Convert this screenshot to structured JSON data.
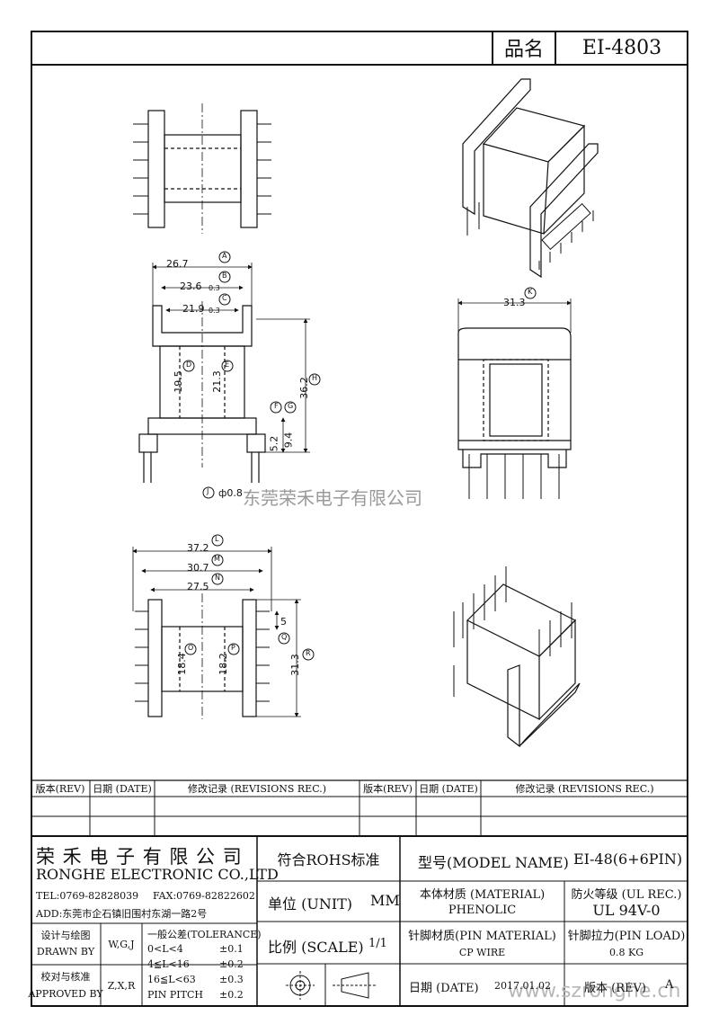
{
  "header": {
    "part_name_label": "品名",
    "part_name_value": "EI-4803"
  },
  "watermark": {
    "company": "东莞荣禾电子有限公司",
    "site": "www.szronghe.cn"
  },
  "dims": {
    "A": "26.7",
    "B": "23.6",
    "B_tol": "0.3",
    "C": "21.9",
    "C_tol": "0.3",
    "D": "19.5",
    "E": "21.3",
    "F": "5.2",
    "G": "9.4",
    "H": "36.2",
    "J": "0.8",
    "K": "31.3",
    "L": "37.2",
    "M": "30.7",
    "N": "27.5",
    "O": "18.4",
    "P": "18.2",
    "Q": "5",
    "R": "31.3"
  },
  "revisions": {
    "rev_label": "版本(REV)",
    "date_label": "日期 (DATE)",
    "rec_label": "修改记录 (REVISIONS REC.)"
  },
  "company": {
    "name_cn": "荣 禾 电 子 有 限 公 司",
    "name_en": "RONGHE ELECTRONIC CO.,LTD",
    "tel": "TEL:0769-82828039",
    "fax": "FAX:0769-82822602",
    "addr": "ADD:东莞市企石镇旧围村东湖一路2号"
  },
  "staff": {
    "drawn_cn": "设计与绘图",
    "drawn_en": "DRAWN BY",
    "drawn_val": "W,G,J",
    "approved_cn": "校对与核准",
    "approved_en": "APPROVED BY",
    "approved_val": "Z,X,R"
  },
  "tolerance": {
    "title": "一般公差(TOLERANCE)",
    "rows": [
      {
        "range": "0<L<4",
        "tol": "±0.1"
      },
      {
        "range": "4≦L<16",
        "tol": "±0.2"
      },
      {
        "range": "16≦L<63",
        "tol": "±0.3"
      },
      {
        "range": "PIN PITCH",
        "tol": "±0.2"
      }
    ]
  },
  "spec": {
    "rohs": "符合ROHS标准",
    "unit_label": "单位 (UNIT)",
    "unit_value": "MM",
    "scale_label": "比例 (SCALE)",
    "scale_value": "1/1",
    "model_label": "型号(MODEL NAME)",
    "model_value": "EI-48(6+6PIN)",
    "material_label": "本体材质 (MATERIAL)",
    "material_value": "PHENOLIC",
    "ul_label": "防火等级 (UL REC.)",
    "ul_value": "UL 94V-0",
    "pin_material_label": "针脚材质(PIN MATERIAL)",
    "pin_material_value": "CP WIRE",
    "pin_load_label": "针脚拉力(PIN LOAD)",
    "pin_load_value": "0.8 KG",
    "date_label": "日期 (DATE)",
    "date_value": "2017.01.02",
    "rev_label": "版本 (REV)",
    "rev_value": "A"
  }
}
